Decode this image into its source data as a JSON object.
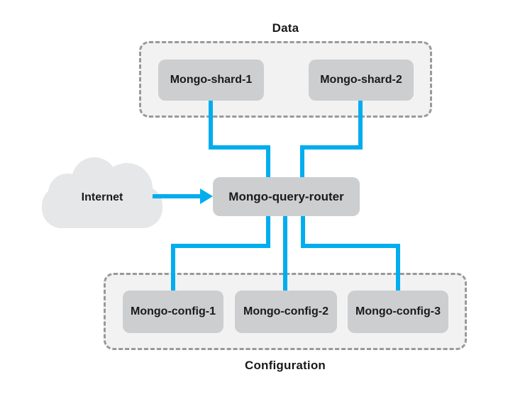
{
  "diagram": {
    "data_group": {
      "label": "Data",
      "nodes": [
        {
          "label": "Mongo-shard-1"
        },
        {
          "label": "Mongo-shard-2"
        }
      ]
    },
    "router": {
      "label": "Mongo-query-router"
    },
    "internet": {
      "label": "Internet"
    },
    "config_group": {
      "label": "Configuration",
      "nodes": [
        {
          "label": "Mongo-config-1"
        },
        {
          "label": "Mongo-config-2"
        },
        {
          "label": "Mongo-config-3"
        }
      ]
    },
    "connections": [
      {
        "from": "Internet",
        "to": "Mongo-query-router",
        "style": "arrow"
      },
      {
        "from": "Mongo-shard-1",
        "to": "Mongo-query-router",
        "style": "elbow"
      },
      {
        "from": "Mongo-shard-2",
        "to": "Mongo-query-router",
        "style": "elbow"
      },
      {
        "from": "Mongo-query-router",
        "to": "Mongo-config-1",
        "style": "elbow"
      },
      {
        "from": "Mongo-query-router",
        "to": "Mongo-config-2",
        "style": "straight"
      },
      {
        "from": "Mongo-query-router",
        "to": "Mongo-config-3",
        "style": "elbow"
      }
    ],
    "colors": {
      "connector": "#00ADEE",
      "node_fill": "#CCCED0",
      "group_fill": "#F2F2F3",
      "group_border": "#97999B",
      "cloud_fill": "#E6E7E8",
      "text": "#1A1A1A",
      "bg": "#FFFFFF"
    }
  }
}
